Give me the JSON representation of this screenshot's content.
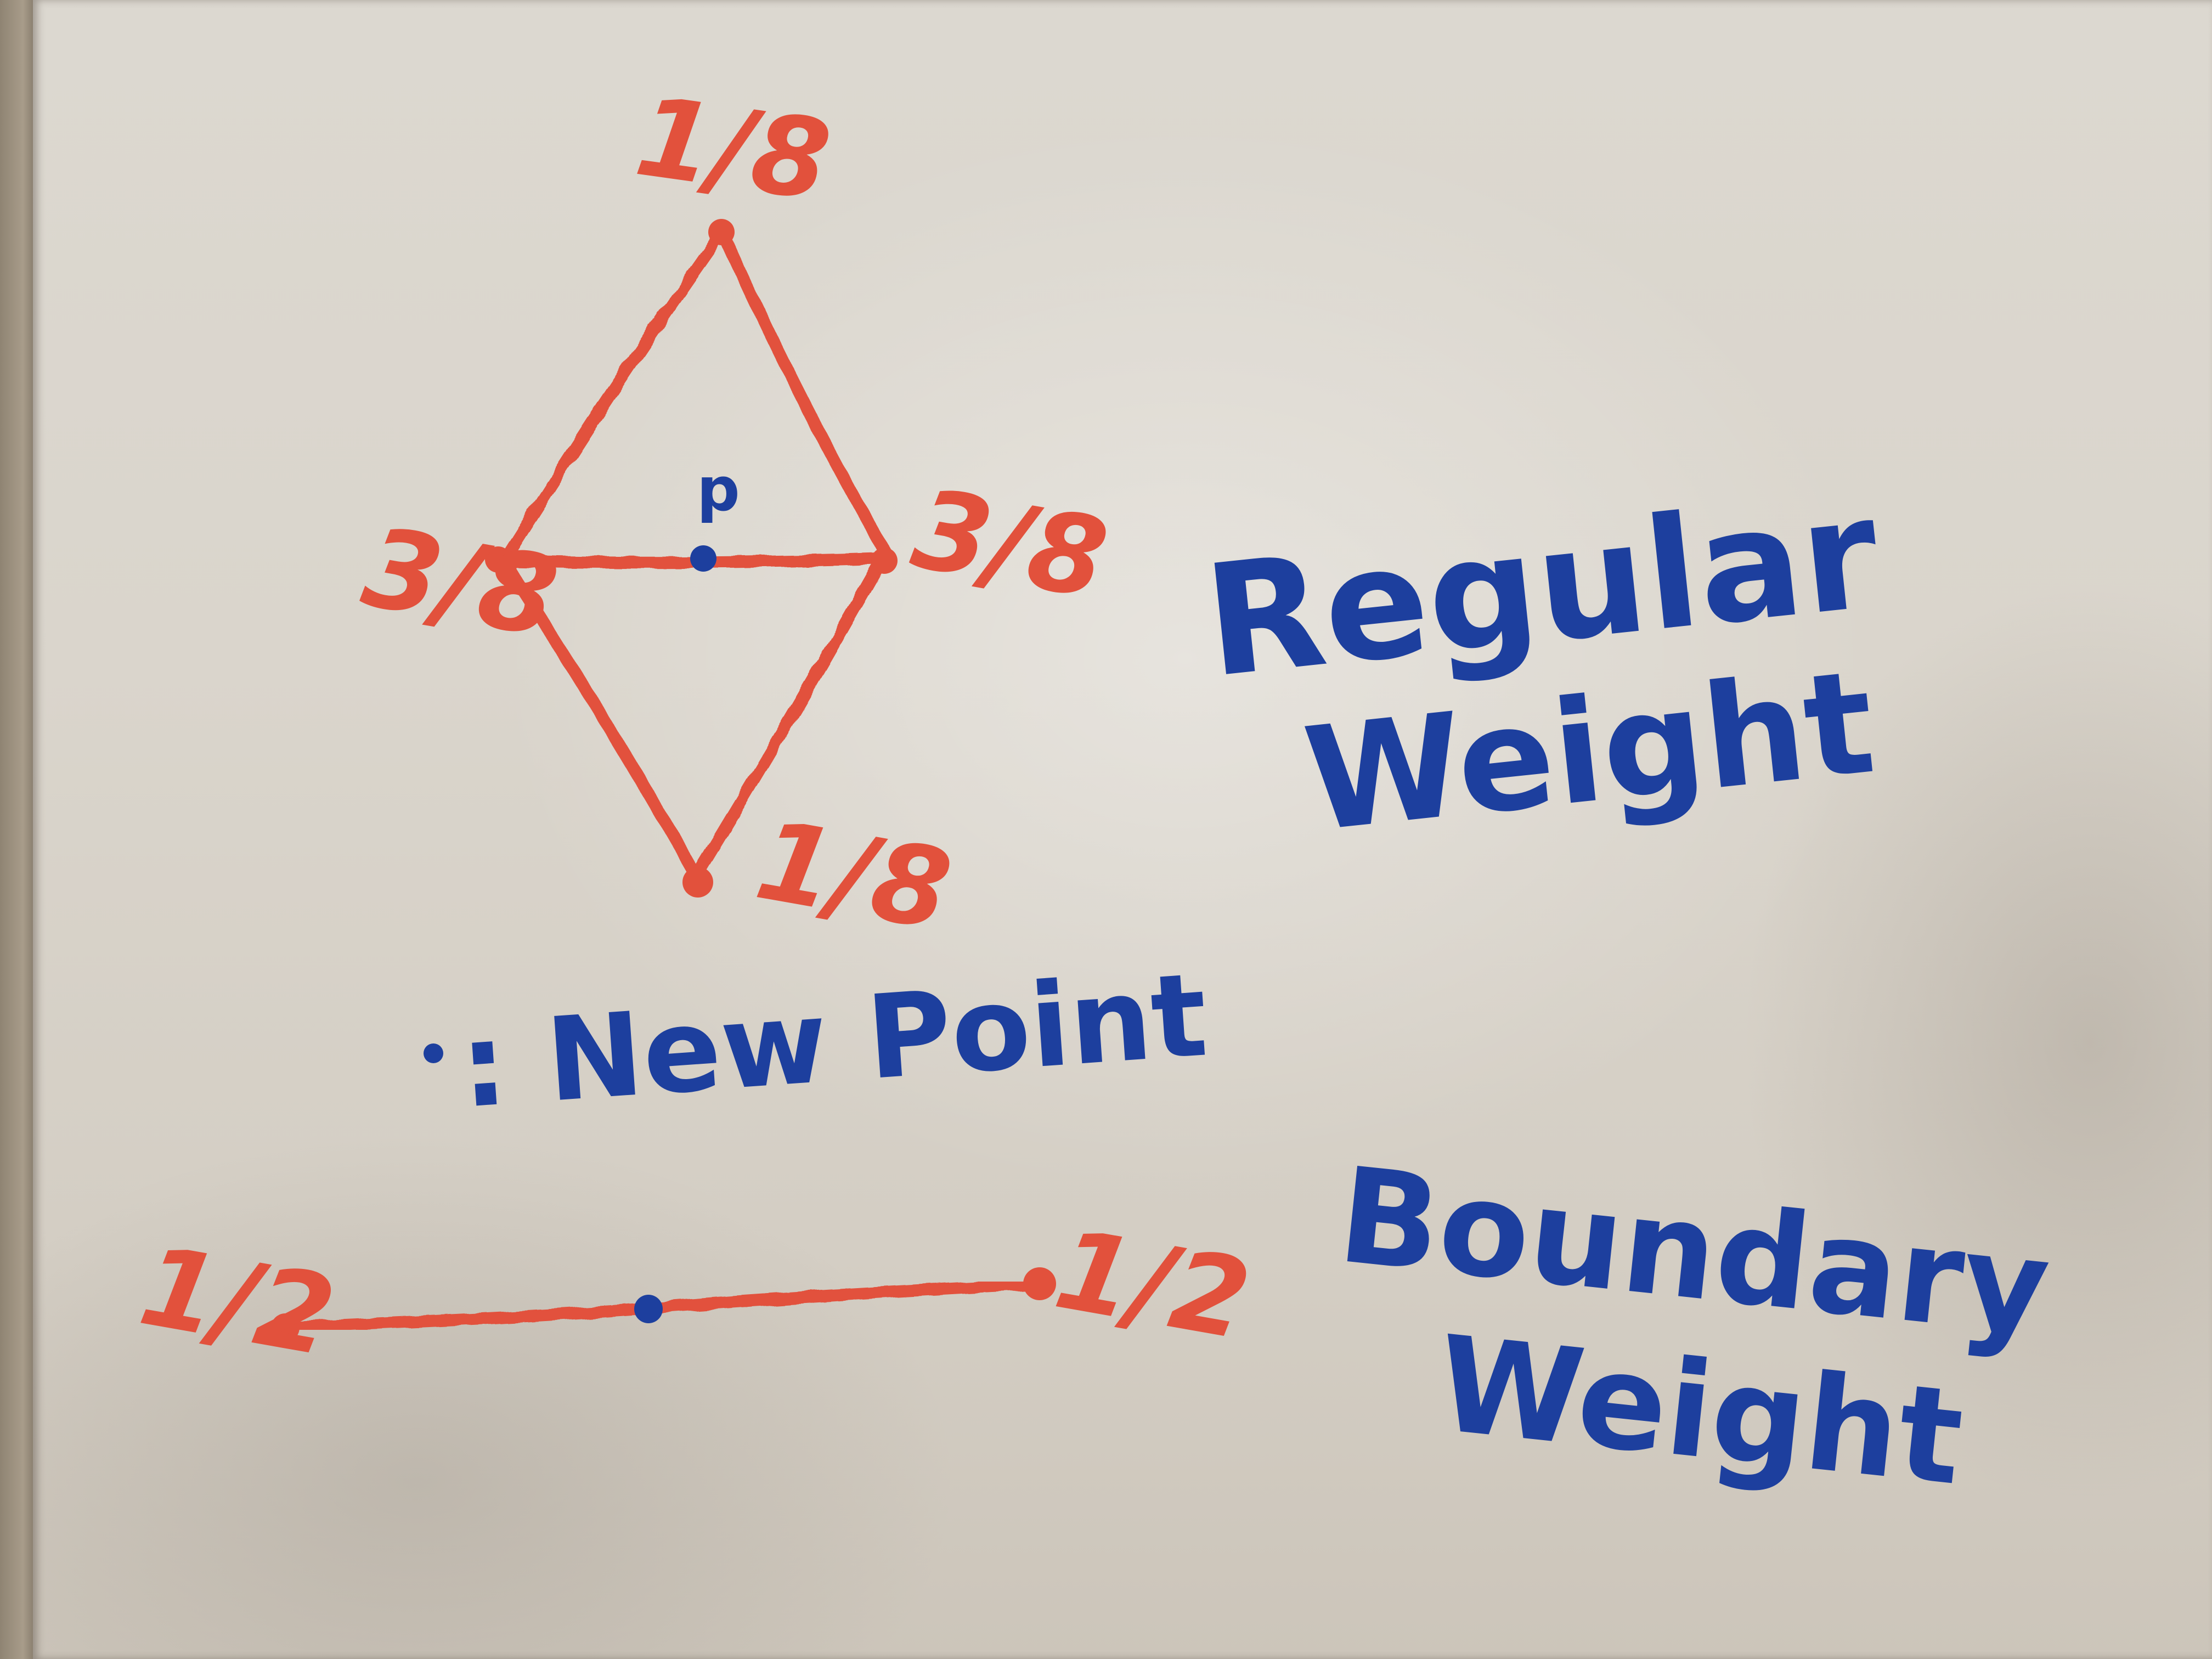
{
  "top_weight": "1/8",
  "bottom_weight": "1/8",
  "left_weight": "3/8",
  "right_weight": "3/8",
  "point_label": "p",
  "legend_text": ": New Point",
  "regular_title_line1": "Regular",
  "regular_title_line2": "Weight",
  "boundary_left_weight": "1/2",
  "boundary_right_weight": "1/2",
  "boundary_title_line1": "Boundary",
  "boundary_title_line2": "Weight",
  "colors": {
    "red_marker": "#e2513c",
    "blue_marker": "#1d3f9e"
  }
}
